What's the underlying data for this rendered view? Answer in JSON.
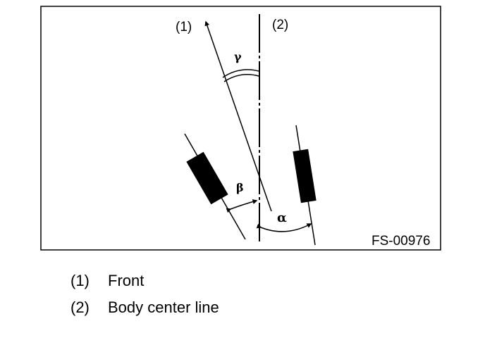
{
  "diagram": {
    "callouts": {
      "front": "(1)",
      "centerline": "(2)"
    },
    "angles": {
      "gamma": "γ",
      "beta": "β",
      "alpha": "α"
    },
    "figure_code": "FS-00976"
  },
  "legend": [
    {
      "number": "(1)",
      "label": "Front"
    },
    {
      "number": "(2)",
      "label": "Body center line"
    }
  ]
}
